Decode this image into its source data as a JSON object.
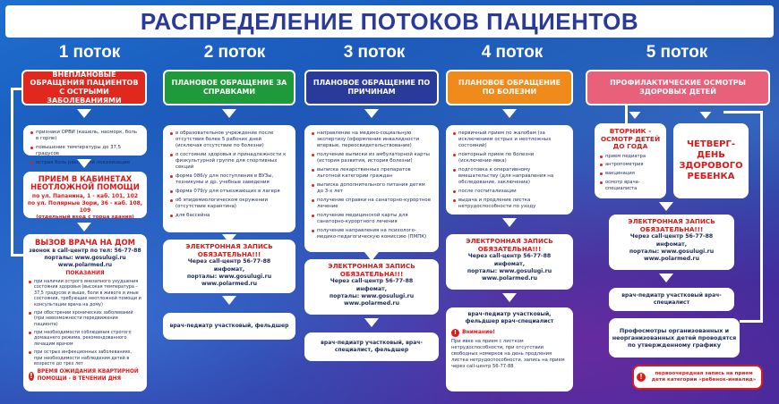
{
  "title": "РАСПРЕДЕЛЕНИЕ ПОТОКОВ ПАЦИЕНТОВ",
  "colors": {
    "red": "#e0281f",
    "green": "#1f9a3a",
    "blue": "#2a3a9a",
    "orange": "#f08a1a",
    "pink": "#e8607a",
    "title": "#2a3a9a"
  },
  "columns": [
    {
      "head": "1 поток",
      "header": "ВНЕПЛАНОВЫЕ ОБРАЩЕНИЯ ПАЦИЕНТОВ С ОСТРЫМИ ЗАБОЛЕВАНИЯМИ"
    },
    {
      "head": "2 поток",
      "header": "ПЛАНОВОЕ ОБРАЩЕНИЕ ЗА СПРАВКАМИ"
    },
    {
      "head": "3 поток",
      "header": "ПЛАНОВОЕ ОБРАЩЕНИЕ ПО ПРИЧИНАМ"
    },
    {
      "head": "4 поток",
      "header": "ПЛАНОВОЕ ОБРАЩЕНИЕ ПО БОЛЕЗНИ"
    },
    {
      "head": "5 поток",
      "header": "ПРОФИЛАКТИЧЕСКИЕ ОСМОТРЫ ЗДОРОВЫХ ДЕТЕЙ"
    }
  ],
  "col1": {
    "signs": [
      "признаки ОРВИ (кашель, насморк, боль в горле)",
      "повышение температуры до 37,5 градусов",
      "острая боль различной локализации"
    ],
    "reception_title": "ПРИЕМ В КАБИНЕТАХ НЕОТЛОЖНОЙ ПОМОЩИ",
    "reception_lines": [
      "по ул. Папанина, 1 - каб. 101, 102",
      "по ул. Полярные Зори, 36 - каб. 108, 109",
      "(отдельный вход с торца здания)"
    ],
    "home_title": "ВЫЗОВ ВРАЧА НА ДОМ",
    "home_phone": "звонок в call-центр по тел: 56-77-88",
    "home_portals": "порталы: www.gosulugi.ru",
    "home_site": "www.polarmed.ru",
    "indications": "ПОКАЗАНИЯ",
    "ind_items": [
      "при наличии острого внезапного ухудшения состояния здоровья (высокая температура – 37,5 градусов и выше, боли в животе и иные состояния, требующие неотложной помощи и консультации врача на дому)",
      "при обострении хронических заболеваний (при невозможности передвижения пациента)",
      "при необходимости соблюдения строгого домашнего режима, рекомендованного лечащим врачом",
      "при острых инфекционных заболеваниях, при необходимости наблюдения детей в возрасте до трех лет"
    ],
    "wait": "ВРЕМЯ ОЖИДАНИЯ КВАРТИРНОЙ ПОМОЩИ - В ТЕЧЕНИИ ДНЯ"
  },
  "col2": {
    "items": [
      "в образовательное учреждение после отсутствия более 5 рабочих дней (исключая отсутствие по болезни)",
      "о состоянии здоровья и принадлежности к физкультурной группе для спортивных секций",
      "форма 086/у для поступления в ВУЗы, техникумы и др. учебные заведения",
      "форма 079/у для отъезжающих в лагеря",
      "об эпидемиологическом окружении (отсутствие карантина)",
      "для бассейна"
    ]
  },
  "col3": {
    "items": [
      "направление на медико-социальную экспертизу (оформление инвалидности впервые, переосвидетельствование)",
      "получение выписки из амбулаторной карты (история развития, история болезни)",
      "выписка лекарственных препаратов льготной категории граждан",
      "выписка дополнительного питания детям до 3-х лет",
      "получение справки на санаторно-курортное лечение",
      "получение медицинской карты для санаторно-курортного лечения",
      "получение направления на психолого-медико-педагогическую комиссию (ПМПК)"
    ]
  },
  "col4": {
    "items": [
      "первичный прием по жалобам (за исключением острых и неотложных состояний)",
      "повторный прием по болезни (исключение-явка)",
      "подготовка к оперативному вмешательству (для направления на обследование, заключение)",
      "после госпитализации",
      "выдача и продление листка нетрудоспособности по уходу"
    ],
    "attention_title": "Внимание!",
    "attention_text": "При явке на прием с листком нетрудоспособности, при отсутствии свободных номерков на день продления листка нетрудоспособности, запись на прием через call-центр 56-77-88"
  },
  "col5": {
    "tuesday_title": "ВТОРНИК - ОСМОТР ДЕТЕЙ ДО ГОДА",
    "tuesday_items": [
      "прием педиатра",
      "антропометрия",
      "вакцинация",
      "осмотр врача-специалиста"
    ],
    "thursday_title": "ЧЕТВЕРГ- ДЕНЬ ЗДОРОВОГО РЕБЕНКА",
    "prof_text": "Профосмотры организованных и неорганизованных детей проводятся по утвержденному графику",
    "priority": "первоочередная запись на прием дети категории «ребенок-инвалид»"
  },
  "ereg": {
    "title": "ЭЛЕКТРОННАЯ ЗАПИСЬ ОБЯЗАТЕЛЬНА!!!",
    "callcenter": "Через call-центр 56-77-88",
    "infomat": "инфомат,",
    "portals": "порталы: www.gosulugi.ru",
    "site": "www.polarmed.ru"
  },
  "doctors": {
    "col2": "врач-педиатр участковый, фельдшер",
    "col3": "врач-педиатр участковый, врач-специалист, фельдшер",
    "col4": "врач-педиатр участковый, фельдшер врач-специалист",
    "col5": "врач-педиатр участковый врач-специалист"
  }
}
